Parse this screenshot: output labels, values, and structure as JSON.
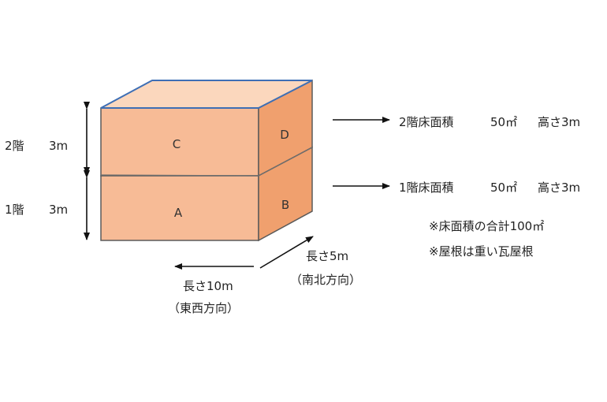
{
  "floors": {
    "second": {
      "name": "2階",
      "height": "3m"
    },
    "first": {
      "name": "1階",
      "height": "3m"
    }
  },
  "faces": {
    "c": "C",
    "d": "D",
    "a": "A",
    "b": "B"
  },
  "info": {
    "second_floor": {
      "label": "2階床面積",
      "area": "50㎡",
      "height": "高さ3m"
    },
    "first_floor": {
      "label": "1階床面積",
      "area": "50㎡",
      "height": "高さ3m"
    },
    "note_total": "※床面積の合計100㎡",
    "note_roof": "※屋根は重い瓦屋根"
  },
  "dimensions": {
    "length_ew": "長さ10m",
    "direction_ew": "（東西方向）",
    "length_ns": "長さ5m",
    "direction_ns": "（南北方向）"
  },
  "colors": {
    "front": "#f7bb96",
    "side": "#f0a06e",
    "top": "#fbd7bd",
    "edge": "#5a5a5a",
    "top_edge": "#3e6fb5"
  }
}
